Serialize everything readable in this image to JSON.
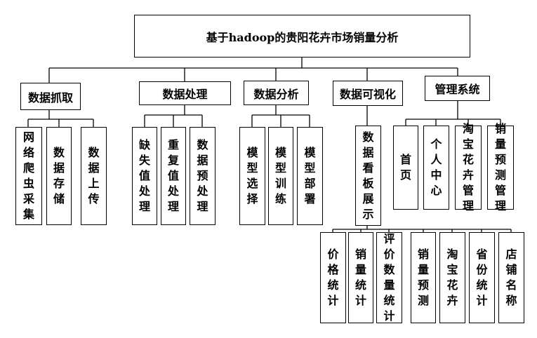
{
  "root": {
    "label": "基于hadoop的贵阳花卉市场销量分析"
  },
  "modules": [
    {
      "id": "crawl",
      "label": "数据抓取",
      "children": [
        "网络爬虫采集",
        "数据存储",
        "数据上传"
      ]
    },
    {
      "id": "process",
      "label": "数据处理",
      "children": [
        "缺失值处理",
        "重复值处理",
        "数据预处理"
      ]
    },
    {
      "id": "analysis",
      "label": "数据分析",
      "children": [
        "模型选择",
        "模型训练",
        "模型部署"
      ]
    },
    {
      "id": "visual",
      "label": "数据可视化",
      "children": [
        "数据看板展示"
      ],
      "grandchildren": [
        "价格统计",
        "销量统计",
        "评价数量统计",
        "销量预测",
        "淘宝花卉",
        "省份统计",
        "店铺名称"
      ]
    },
    {
      "id": "admin",
      "label": "管理系统",
      "children": [
        "首页",
        "个人中心",
        "淘宝花卉管理",
        "销量预测管理"
      ]
    }
  ]
}
